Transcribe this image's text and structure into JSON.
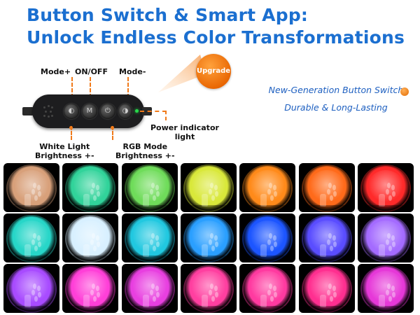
{
  "title": {
    "line1": "Button Switch & Smart App:",
    "line2": "Unlock Endless Color Transformations"
  },
  "controller": {
    "labels": {
      "mode_plus": "Mode+",
      "on_off": "ON/OFF",
      "mode_minus": "Mode-",
      "white_light_1": "White Light",
      "white_light_2": "Brightness +-",
      "rgb_1": "RGB Mode",
      "rgb_2": "Brightness +-",
      "power_1": "Power indicator",
      "power_2": "light"
    },
    "badge": "Upgrade",
    "accent_color": "#f07a1a",
    "led_color": "#27d84a"
  },
  "tagline": {
    "line1": "New-Generation Button Switch",
    "line2": "Durable & Long-Lasting"
  },
  "colors": {
    "title": "#1b6fd0",
    "tagline": "#1d5fc0"
  },
  "tiles": [
    [
      "#d8a07a",
      "#31d39a",
      "#6fdc5a",
      "#d9e83a",
      "#ff8a1a",
      "#ff6a1a",
      "#ff2a2a"
    ],
    [
      "#27d6c8",
      "#d8f0ff",
      "#21c8e0",
      "#2a9fff",
      "#1c55ff",
      "#5a4dff",
      "#a46bff"
    ],
    [
      "#a84bff",
      "#ff3fd8",
      "#e83fe0",
      "#ff3fa0",
      "#ff3aa0",
      "#ff2f90",
      "#e638d8"
    ]
  ]
}
